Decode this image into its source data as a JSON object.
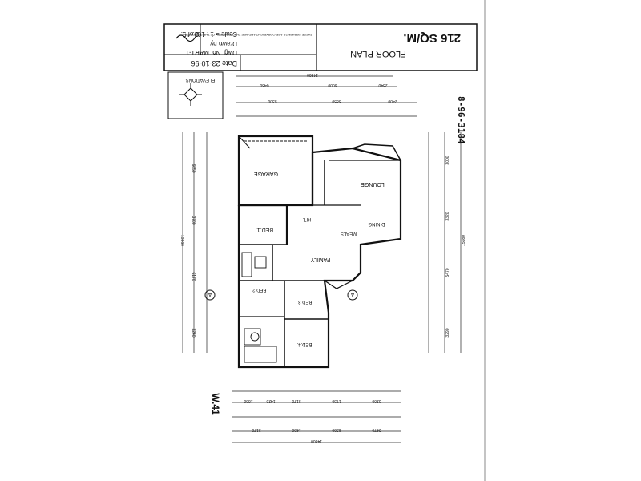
{
  "title_block": {
    "area": "216 SQ/M.",
    "plan_title": "FLOOR PLAN",
    "date": "Date 23-10-96",
    "drawing_no": "Dwg. No. MART-1",
    "drawn_by_label": "Drawn by",
    "scale": "Scale = 1 : 100.",
    "sheet": "2 of 5.",
    "copyright_notice": "THESE DRAWINGS ARE COPYRIGHT AND ARE THE PROPERTY OF THE DESIGNER",
    "job_number": "8-96-3184"
  },
  "elevations_label": "ELEVATIONS",
  "sheet_code": "W.41",
  "rooms": {
    "garage": "GARAGE",
    "lounge": "LOUNGE",
    "dining": "DINING",
    "bed1": "BED.1.",
    "kit": "KIT.",
    "meals": "MEALS",
    "family": "FAMILY",
    "bed2": "BED.2.",
    "bed3": "BED.3.",
    "bed4": "BED.4."
  },
  "dimensions": {
    "top_overall": "14800",
    "top_row": [
      "6460",
      "6000",
      "2340"
    ],
    "top_sub": [
      "5300",
      "5850",
      "2400"
    ],
    "left_overall": "19960",
    "left_parts": [
      "6850",
      "3700",
      "6170",
      "3240"
    ],
    "right_overall": "15080",
    "right_parts": [
      "3000",
      "3320",
      "5470",
      "3290"
    ],
    "bottom_overall": "14800",
    "bottom_row": [
      "1850",
      "1420",
      "3170",
      "1730",
      "3200"
    ],
    "bottom_sub": [
      "3170",
      "1600",
      "3200",
      "2670"
    ]
  },
  "section_marker": "A"
}
